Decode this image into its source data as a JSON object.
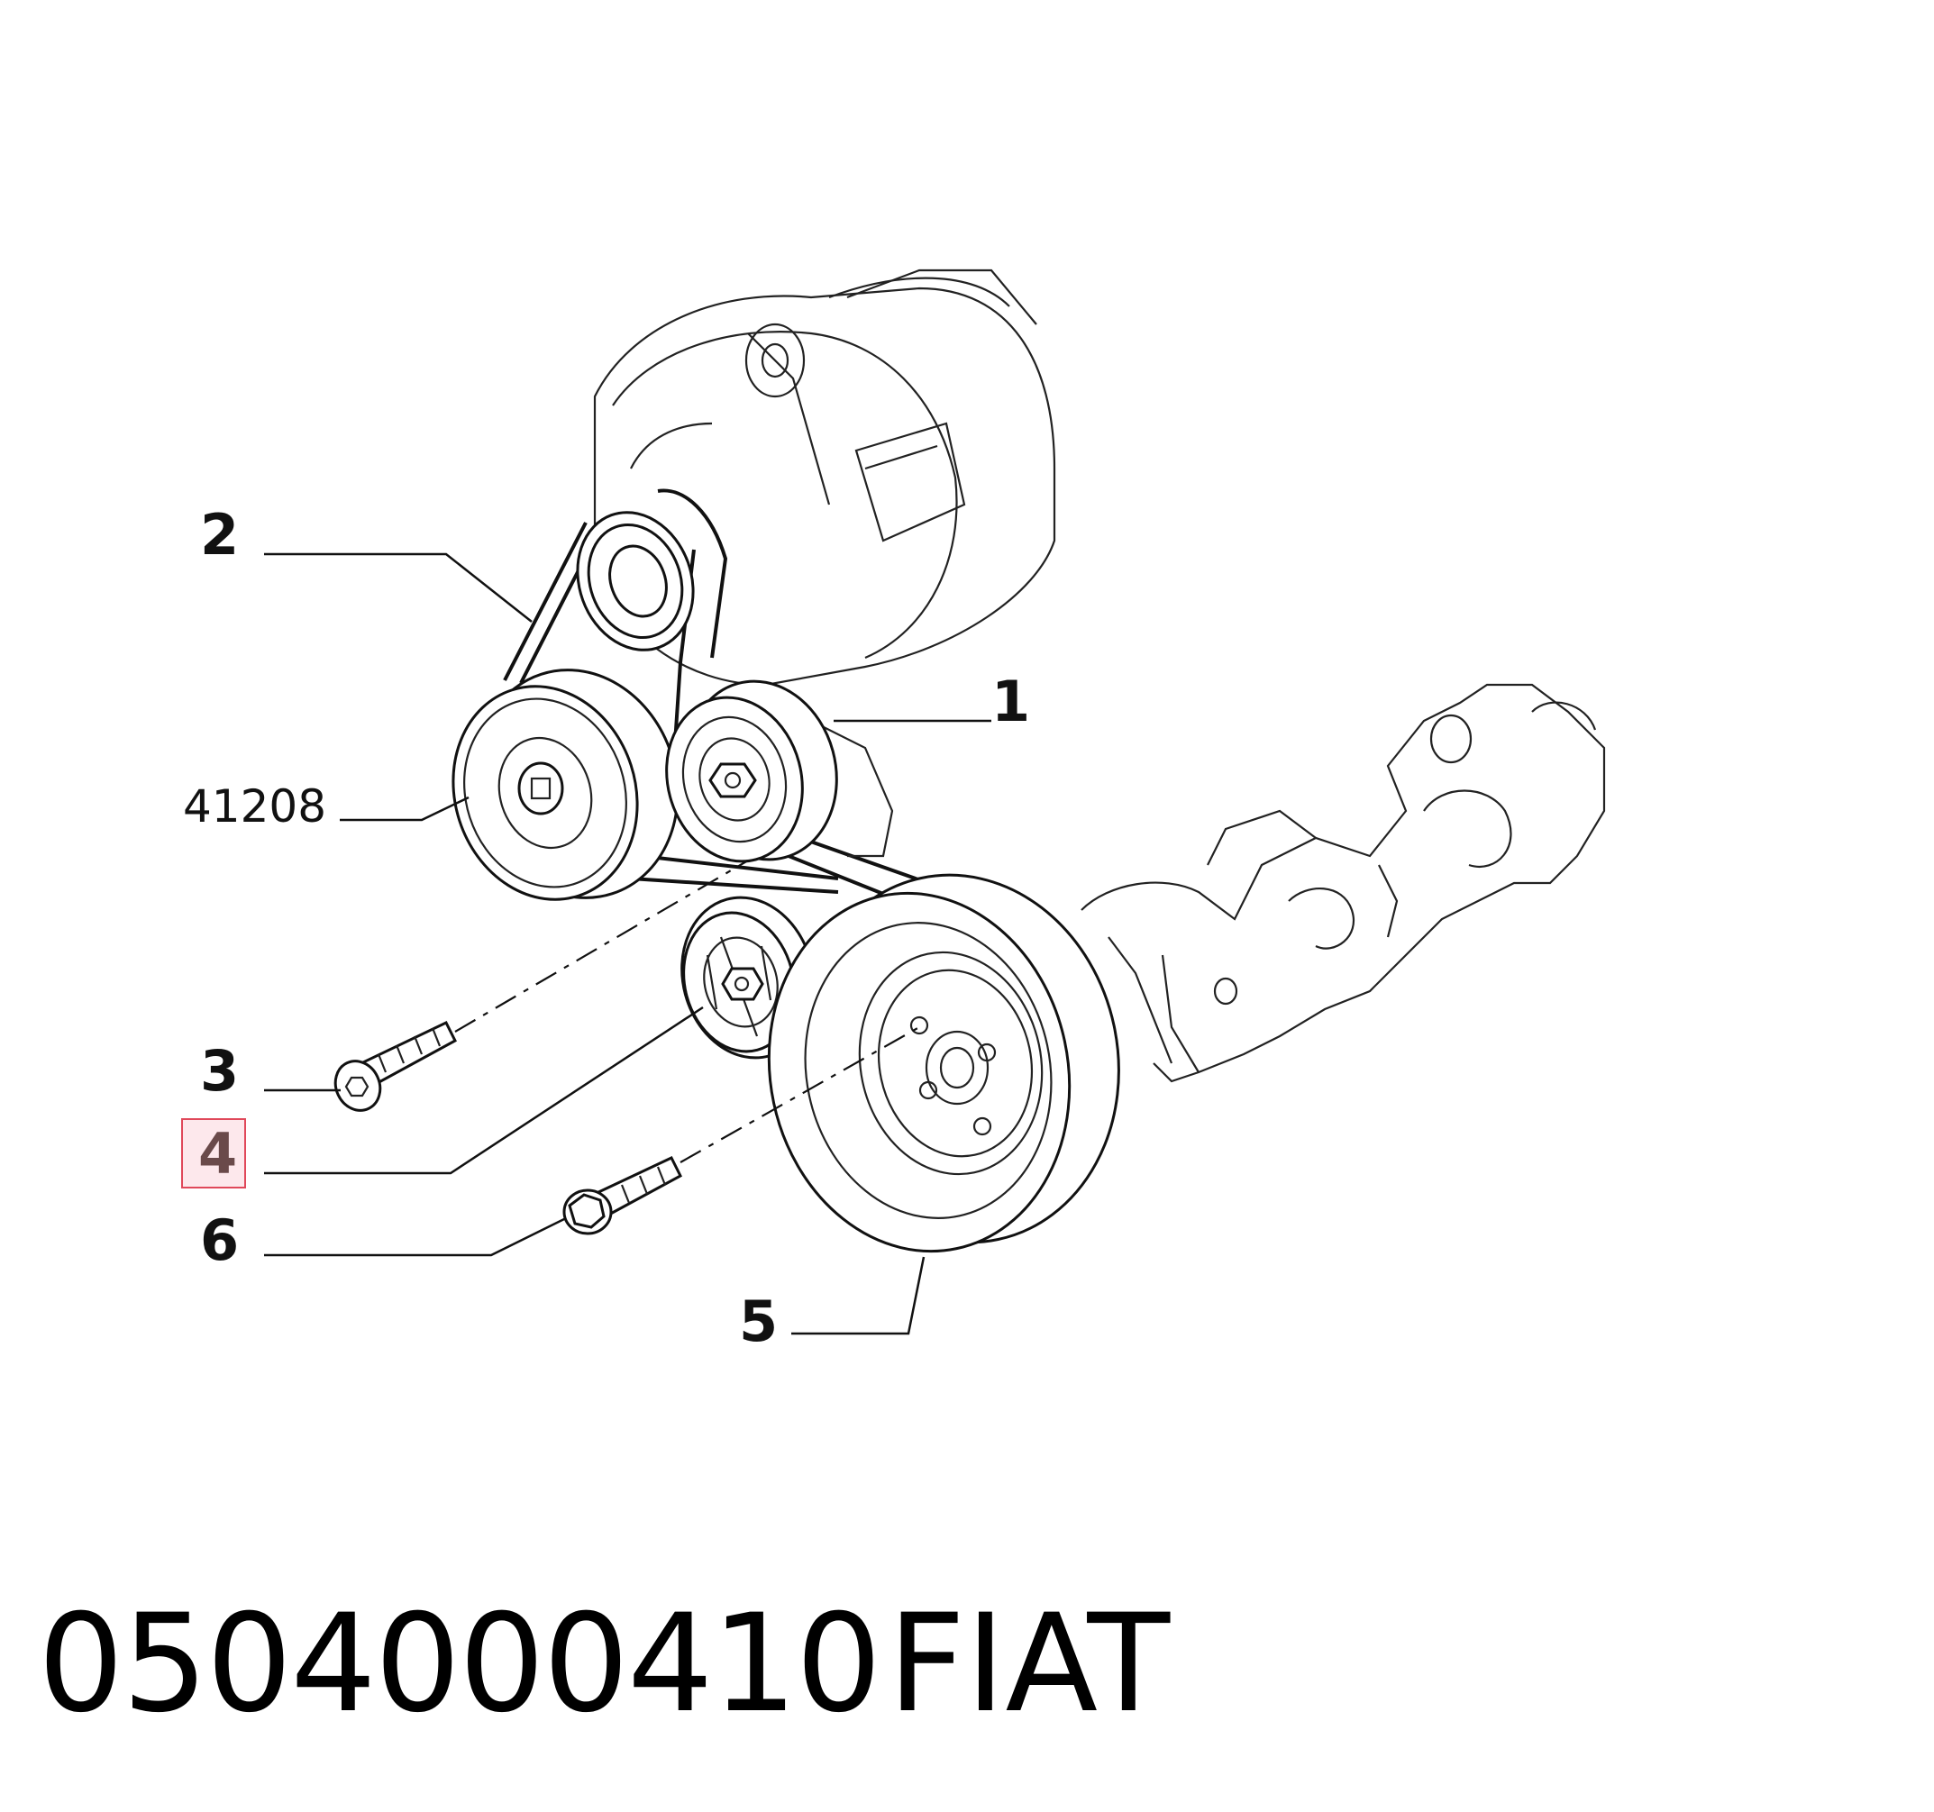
{
  "diagram": {
    "callouts": [
      {
        "id": "1",
        "label": "1"
      },
      {
        "id": "2",
        "label": "2"
      },
      {
        "id": "3",
        "label": "3"
      },
      {
        "id": "4",
        "label": "4",
        "highlighted": true
      },
      {
        "id": "5",
        "label": "5"
      },
      {
        "id": "6",
        "label": "6"
      },
      {
        "id": "41208",
        "label": "41208"
      }
    ],
    "highlight_color": "#e0485a"
  },
  "footer": {
    "part_number": "0504000410",
    "brand": "FIAT"
  }
}
